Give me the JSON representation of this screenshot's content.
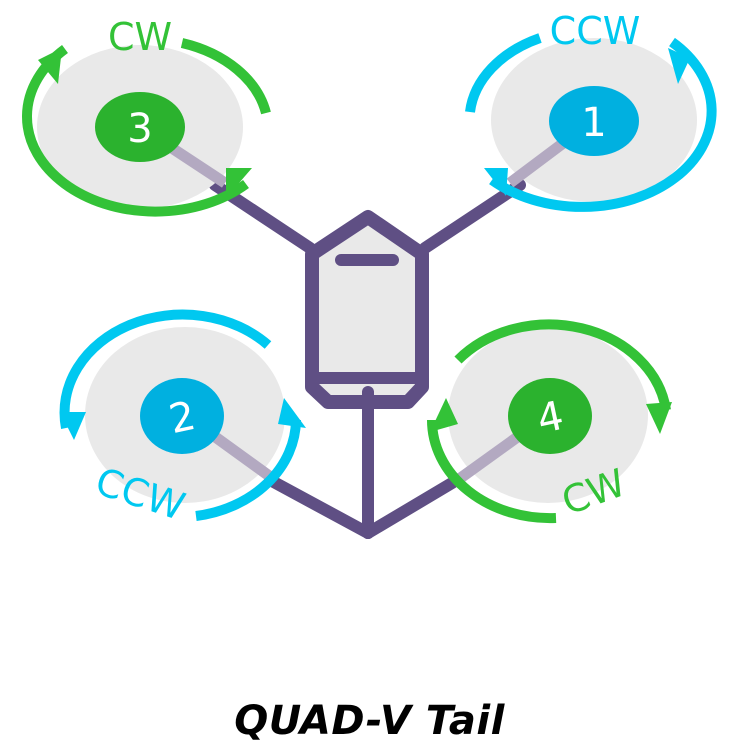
{
  "title": "QUAD-V Tail",
  "colors": {
    "cw": "#33c237",
    "ccw": "#00c8f0",
    "frame": "#5f4f84",
    "prop_disc": "#e9e9e9",
    "arm_inner": "#b3a9c1",
    "hub_cw": "#2bb22e",
    "hub_ccw": "#00b0e0"
  },
  "motors": [
    {
      "number": "1",
      "direction": "CCW"
    },
    {
      "number": "2",
      "direction": "CCW"
    },
    {
      "number": "3",
      "direction": "CW"
    },
    {
      "number": "4",
      "direction": "CW"
    }
  ]
}
